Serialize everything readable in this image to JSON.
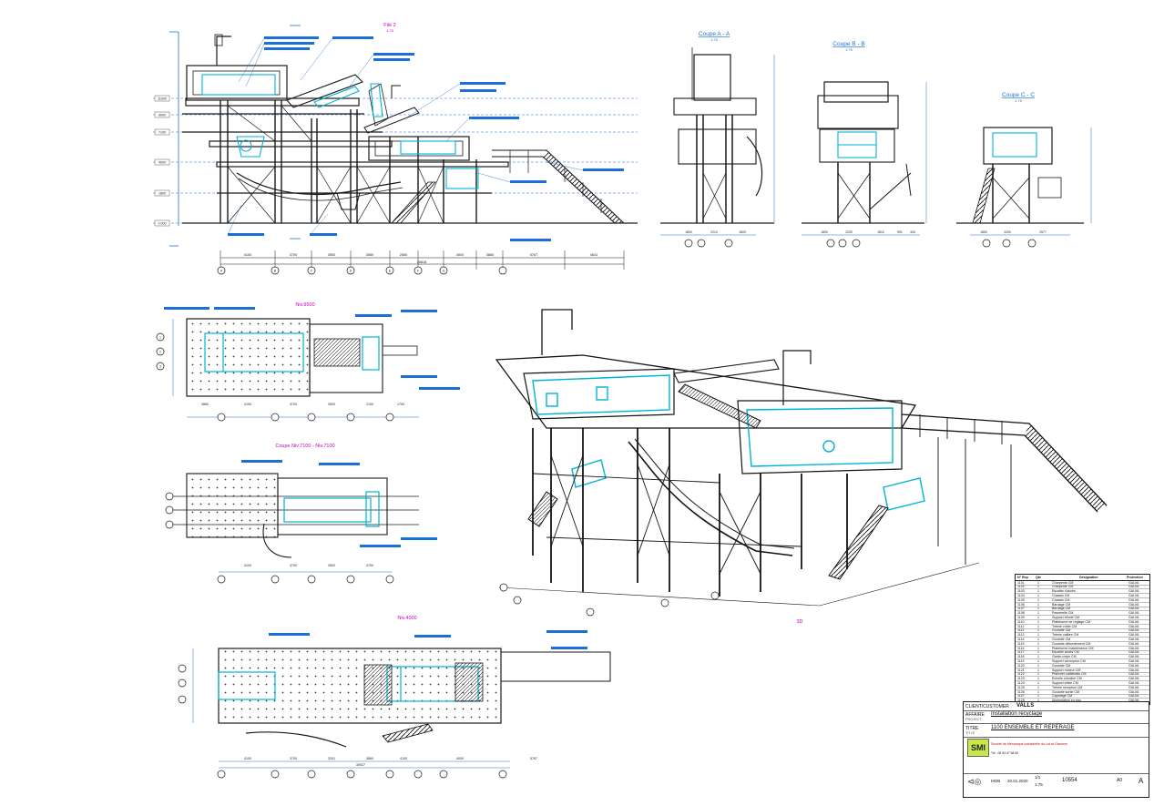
{
  "views": {
    "front": {
      "title": "Filé 2",
      "scale": "1:75"
    },
    "section_a": {
      "title": "Coupe A - A",
      "scale": "1:75"
    },
    "section_b": {
      "title": "Coupe B - B",
      "scale": "1:75"
    },
    "section_c": {
      "title": "Coupe C - C",
      "scale": "1:75"
    },
    "plan_9500": {
      "title": "Niv.9500"
    },
    "plan_7100": {
      "title": "Coupe Niv.7100 - Niv.7100"
    },
    "plan_4000": {
      "title": "Niv.4000"
    },
    "iso": {
      "title": "3D"
    }
  },
  "dimensions": {
    "front_bottom": [
      "4100",
      "3700",
      "3500",
      "3060",
      "2650",
      "4000",
      "3860",
      "5767",
      "4641"
    ],
    "front_overall": "36818",
    "front_levels": [
      "11000",
      "9000",
      "7100",
      "4000",
      "1800",
      "0.000"
    ],
    "plan9500_bottom": [
      "3860",
      "4100",
      "3700",
      "3500",
      "2100",
      "1750"
    ],
    "plan7100_bottom": [
      "4100",
      "3700",
      "3500",
      "3700"
    ],
    "plan4000_bottom": [
      "4100",
      "3700",
      "3201",
      "3860",
      "4100",
      "4000",
      "5767"
    ],
    "plan4000_overall": "30927",
    "section_a_bottom": [
      "1800",
      "2210",
      "1800"
    ],
    "section_b_bottom": [
      "1800",
      "2200",
      "1810",
      "991",
      "326"
    ],
    "section_c_bottom": [
      "1850",
      "2200",
      "2577"
    ]
  },
  "grid_markers": [
    "A",
    "B",
    "C",
    "D",
    "E",
    "F",
    "G",
    "1",
    "2",
    "3"
  ],
  "bom": {
    "headers": {
      "no": "N° Rep",
      "qty": "Qté",
      "designation": "Désignation",
      "protection": "Protection"
    },
    "rows": [
      {
        "no": "1101",
        "qty": "1",
        "designation": "Charpente CM",
        "protection": "GALVA"
      },
      {
        "no": "1102",
        "qty": "1",
        "designation": "Charpente CM",
        "protection": "GALVA"
      },
      {
        "no": "1103",
        "qty": "1",
        "designation": "Escalier d'accès",
        "protection": "GALVA"
      },
      {
        "no": "1104",
        "qty": "1",
        "designation": "Chassis CM",
        "protection": "GALVA"
      },
      {
        "no": "1105",
        "qty": "1",
        "designation": "Chassis CM",
        "protection": "GALVA"
      },
      {
        "no": "1106",
        "qty": "1",
        "designation": "Bardage CM",
        "protection": "GALVA"
      },
      {
        "no": "1107",
        "qty": "1",
        "designation": "Bardage CM",
        "protection": "GALVA"
      },
      {
        "no": "1108",
        "qty": "1",
        "designation": "Passerelle CM",
        "protection": "GALVA"
      },
      {
        "no": "1109",
        "qty": "1",
        "designation": "Support trémie CM",
        "protection": "GALVA"
      },
      {
        "no": "1110",
        "qty": "1",
        "designation": "Plateforme de réglage CM",
        "protection": "GALVA"
      },
      {
        "no": "1111",
        "qty": "1",
        "designation": "Trémie crible CM",
        "protection": "GALVA"
      },
      {
        "no": "1112",
        "qty": "1",
        "designation": "Goulotte CM",
        "protection": "GALVA"
      },
      {
        "no": "1113",
        "qty": "1",
        "designation": "Trémie calibre CM",
        "protection": "GALVA"
      },
      {
        "no": "1114",
        "qty": "1",
        "designation": "Goulotte CM",
        "protection": "GALVA"
      },
      {
        "no": "1115",
        "qty": "1",
        "designation": "Goulotte débordement CM",
        "protection": "GALVA"
      },
      {
        "no": "1116",
        "qty": "1",
        "designation": "Plateforme maintenance CM",
        "protection": "GALVA"
      },
      {
        "no": "1117",
        "qty": "1",
        "designation": "Escalier accès CM",
        "protection": "GALVA"
      },
      {
        "no": "1118",
        "qty": "1",
        "designation": "Garde-corps CM",
        "protection": "GALVA"
      },
      {
        "no": "1119",
        "qty": "1",
        "designation": "Support convoyeur CM",
        "protection": "GALVA"
      },
      {
        "no": "1120",
        "qty": "1",
        "designation": "Goulotte CM",
        "protection": "GALVA"
      },
      {
        "no": "1121",
        "qty": "1",
        "designation": "Support moteur CM",
        "protection": "GALVA"
      },
      {
        "no": "1122",
        "qty": "1",
        "designation": "Plancher caillebotis CM",
        "protection": "GALVA"
      },
      {
        "no": "1123",
        "qty": "1",
        "designation": "Echelle crinoline CM",
        "protection": "GALVA"
      },
      {
        "no": "1124",
        "qty": "1",
        "designation": "Support crible CM",
        "protection": "GALVA"
      },
      {
        "no": "1125",
        "qty": "1",
        "designation": "Trémie réception CM",
        "protection": "GALVA"
      },
      {
        "no": "1126",
        "qty": "1",
        "designation": "Goulotte sortie CM",
        "protection": "GALVA"
      },
      {
        "no": "1127",
        "qty": "1",
        "designation": "Capotage CM",
        "protection": "GALVA"
      },
      {
        "no": "1128",
        "qty": "1",
        "designation": "Alimentation en eau",
        "protection": "GALVA"
      }
    ]
  },
  "title_block": {
    "client_label": "CLIENT/CUSTOMER",
    "client": "VALLS",
    "affaire_label": "AFFAIRE",
    "affaire": "Installation recyclage",
    "project_label": "PROJECT",
    "titre_label": "TITRE",
    "titre": "1100 ENSEMBLE ET REPERAGE",
    "title_label": "TITLE",
    "company": "Société de Mécanique Industrielle du Lot-et-Garonne",
    "logo": "SMI",
    "tel": "Tél : 05 53 47 68 60",
    "drawn": "MOB",
    "date": "20.01.2020",
    "sheet": "1/1",
    "drawing_no": "10554",
    "format": "A0",
    "revision": "A",
    "scale": "1:75"
  },
  "colors": {
    "line": "#1a1a1a",
    "accent": "#00b3d6",
    "title": "#c000c0",
    "dim_blue": "#1a6fd8"
  }
}
